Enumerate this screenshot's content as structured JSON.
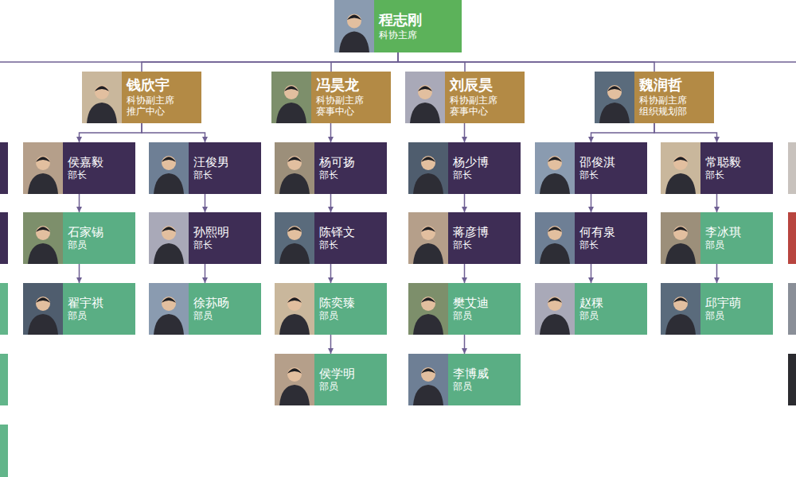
{
  "diagram": {
    "nodes": [
      {
        "text": [
          "程志刚",
          "科协主席"
        ]
      },
      {
        "text": [
          "钱欣宇",
          "科协副主席",
          "推广中心"
        ]
      },
      {
        "text": [
          "冯昊龙",
          "科协副主席",
          "赛事中心"
        ]
      },
      {
        "text": [
          "刘辰昊",
          "科协副主席",
          "赛事中心"
        ]
      },
      {
        "text": [
          "魏润哲",
          "科协副主席",
          "组织规划部"
        ]
      },
      {
        "text": [
          "侯嘉毅",
          "部长"
        ]
      },
      {
        "text": [
          "汪俊男",
          "部长"
        ]
      },
      {
        "text": [
          "杨可扬",
          "部长"
        ]
      },
      {
        "text": [
          "杨少博",
          "部长"
        ]
      },
      {
        "text": [
          "邵俊淇",
          "部长"
        ]
      },
      {
        "text": [
          "常聪毅",
          "部长"
        ]
      },
      {
        "text": [
          "石家锡",
          "部员"
        ]
      },
      {
        "text": [
          "孙熙明",
          "部长"
        ]
      },
      {
        "text": [
          "陈铎文",
          "部长"
        ]
      },
      {
        "text": [
          "蒋彦博",
          "部长"
        ]
      },
      {
        "text": [
          "何有泉",
          "部长"
        ]
      },
      {
        "text": [
          "李冰琪",
          "部员"
        ]
      },
      {
        "text": [
          "翟宇祺",
          "部员"
        ]
      },
      {
        "text": [
          "徐荪旸",
          "部员"
        ]
      },
      {
        "text": [
          "陈奕臻",
          "部员"
        ]
      },
      {
        "text": [
          "樊艾迪",
          "部员"
        ]
      },
      {
        "text": [
          "赵稞",
          "部员"
        ]
      },
      {
        "text": [
          "邱宇萌",
          "部员"
        ]
      },
      {
        "text": [
          "侯学明",
          "部员"
        ]
      },
      {
        "text": [
          "李博威",
          "部员"
        ]
      }
    ],
    "edges": [
      {
        "from": 0,
        "to": 1,
        "arrow": "none"
      },
      {
        "from": 0,
        "to": 2,
        "arrow": "none"
      },
      {
        "from": 0,
        "to": 3,
        "arrow": "none"
      },
      {
        "from": 0,
        "to": 4,
        "arrow": "none"
      },
      {
        "from": 1,
        "to": 5,
        "arrow": "to"
      },
      {
        "from": 1,
        "to": 6,
        "arrow": "to"
      },
      {
        "from": 2,
        "to": 7,
        "arrow": "to"
      },
      {
        "from": 3,
        "to": 8,
        "arrow": "to"
      },
      {
        "from": 4,
        "to": 9,
        "arrow": "to"
      },
      {
        "from": 4,
        "to": 10,
        "arrow": "to"
      },
      {
        "from": 5,
        "to": 11,
        "arrow": "to"
      },
      {
        "from": 6,
        "to": 12,
        "arrow": "to"
      },
      {
        "from": 7,
        "to": 13,
        "arrow": "to"
      },
      {
        "from": 8,
        "to": 14,
        "arrow": "to"
      },
      {
        "from": 9,
        "to": 15,
        "arrow": "to"
      },
      {
        "from": 10,
        "to": 16,
        "arrow": "to"
      },
      {
        "from": 11,
        "to": 17,
        "arrow": "to"
      },
      {
        "from": 12,
        "to": 18,
        "arrow": "to"
      },
      {
        "from": 13,
        "to": 19,
        "arrow": "to"
      },
      {
        "from": 14,
        "to": 20,
        "arrow": "to"
      },
      {
        "from": 15,
        "to": 21,
        "arrow": "to"
      },
      {
        "from": 16,
        "to": 22,
        "arrow": "to"
      },
      {
        "from": 19,
        "to": 23,
        "arrow": "to"
      },
      {
        "from": 20,
        "to": 24,
        "arrow": "to"
      }
    ]
  }
}
